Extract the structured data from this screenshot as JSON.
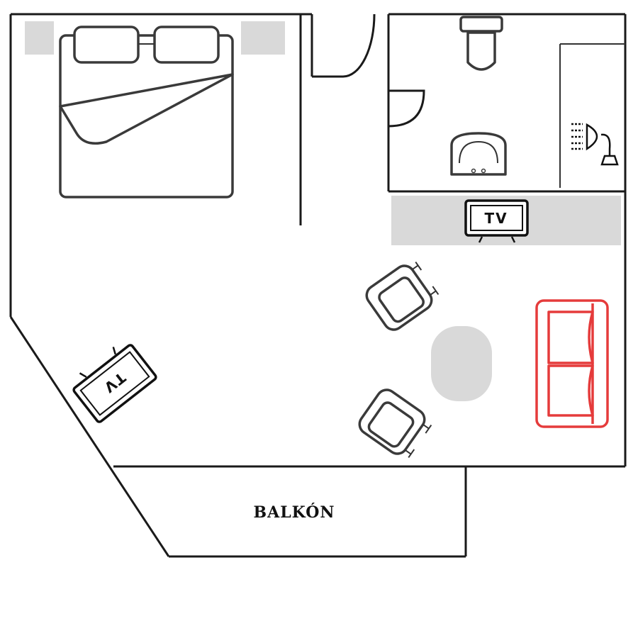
{
  "rooms": {
    "balcony_label": "BALKÓN"
  },
  "tv_living": {
    "label": "TV"
  },
  "tv_bedroom": {
    "label": "TV"
  }
}
